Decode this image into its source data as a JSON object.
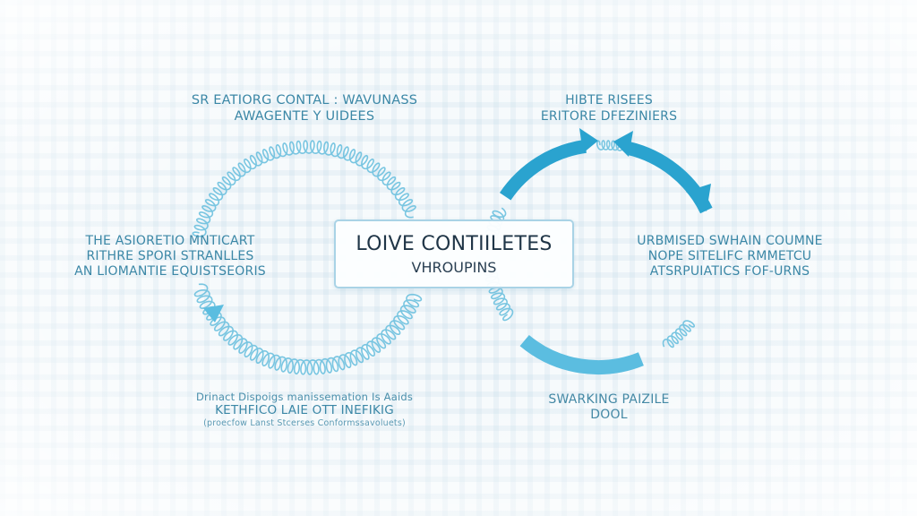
{
  "center": {
    "title": "LOIVE CONTIILETES",
    "subtitle": "VHROUPINS"
  },
  "labels": {
    "top_left": [
      "SR EATIORG CONTAL : WAVUNASS",
      "AWAGENTE Y UIDEES"
    ],
    "top_right": [
      "HIBTE RISEES",
      "ERITORE DFEZINIERS"
    ],
    "mid_left": [
      "THE ASIORETIO MNTICART",
      "RITHRE SPORI STRANLLES",
      "AN LIOMANTIE EQUISTSEORIS"
    ],
    "mid_right": [
      "URBMISED SWHAIN COUMNE",
      "NOPE SITELIFC RMMETCU",
      "ATSRPUIATICS FOF-URNS"
    ],
    "bottom_left": [
      "Drinact Dispoigs manissemation Is Aaids",
      "KETHFICO LAIE OTT INEFIKIG",
      "(proecfow Lanst Stcerses Conformssavoluets)"
    ],
    "bottom_right": [
      "SWARKING PAIZILE",
      "DOOL"
    ]
  },
  "colors": {
    "accent": "#2aa3cf",
    "accent_light": "#5bbde0",
    "spiral": "#6cc0de",
    "text": "#3b87a6",
    "center_text": "#1f3547",
    "box_border": "#a9d3e6"
  },
  "icons": {
    "left_arrowhead": "triangle-arrowhead",
    "right_arrows": "curved-arrow"
  }
}
